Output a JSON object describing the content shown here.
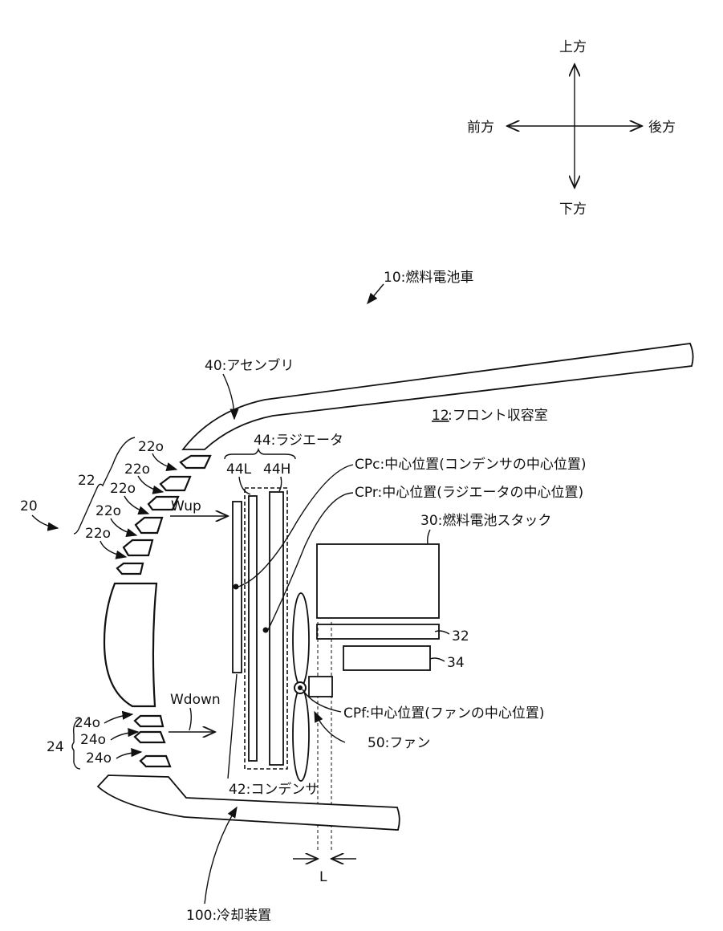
{
  "compass": {
    "up": "上方",
    "down": "下方",
    "front": "前方",
    "rear": "後方"
  },
  "labels": {
    "vehicle": "10:燃料電池車",
    "assembly": "40:アセンブリ",
    "front_room_num": "12",
    "front_room": ":フロント収容室",
    "radiator": "44:ラジエータ",
    "radiator_low": "44L",
    "radiator_high": "44H",
    "cpc": "CPc:中心位置(コンデンサの中心位置)",
    "cpr": "CPr:中心位置(ラジエータの中心位置)",
    "stack": "30:燃料電池スタック",
    "part32": "32",
    "part34": "34",
    "cpf": "CPf:中心位置(ファンの中心位置)",
    "fan": "50:ファン",
    "condenser": "42:コンデンサ",
    "cooling": "100:冷却装置",
    "L": "L",
    "wup": "Wup",
    "wdown": "Wdown",
    "grille": "20",
    "upper_group": "22",
    "upper_opening": "22o",
    "lower_group": "24",
    "lower_opening": "24o"
  }
}
